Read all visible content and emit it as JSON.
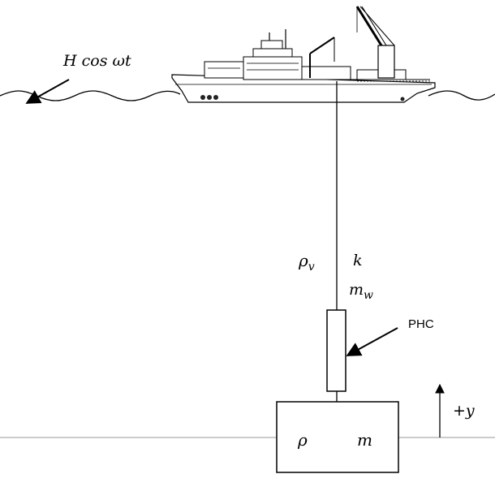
{
  "labels": {
    "wave": "H cos ωt",
    "rho_v": "ρ",
    "rho_v_sub": "v",
    "k": "k",
    "m_w": "m",
    "m_w_sub": "w",
    "phc": "PHC",
    "plus_y": "+y",
    "rho": "ρ",
    "m": "m"
  },
  "colors": {
    "line": "#000000",
    "ship_hull": "#ffffff",
    "ship_detail": "#3a3a3a",
    "seabed": "#9a9a9a"
  }
}
